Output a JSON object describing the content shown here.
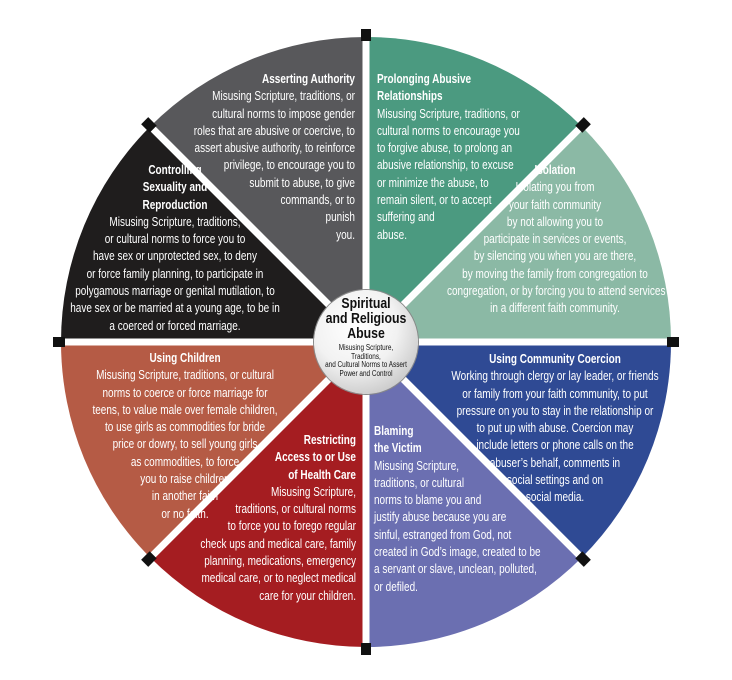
{
  "center": {
    "title_lines": [
      "Spiritual",
      "and Religious",
      "Abuse"
    ],
    "subtitle_lines": [
      "Misusing Scripture, Traditions,",
      "and Cultural Norms to Assert",
      "Power and Control"
    ]
  },
  "sections": [
    {
      "id": "asserting-authority",
      "color": "#58585b",
      "title": [
        "Asserting Authority"
      ],
      "lines": [
        "Misusing Scripture, traditions, or",
        "cultural norms to impose gender",
        "roles that are abusive or coercive, to",
        "assert abusive authority, to reinforce",
        "privilege, to encourage you to",
        "submit to abuse, to give",
        "commands, or to",
        "punish",
        "you."
      ]
    },
    {
      "id": "prolonging-abusive-relationships",
      "color": "#4b9a80",
      "title": [
        "Prolonging Abusive",
        "Relationships"
      ],
      "lines": [
        "Misusing Scripture, traditions, or",
        "cultural norms to encourage you",
        "to forgive abuse, to prolong an",
        "abusive relationship, to excuse",
        "or minimize the abuse, to",
        "remain silent, or to accept",
        "suffering and",
        "abuse."
      ]
    },
    {
      "id": "isolation",
      "color": "#8bb9a5",
      "title": [
        "Isolation"
      ],
      "lines": [
        "Isolating you from",
        "your faith community",
        "by not allowing you to",
        "participate in services or events,",
        "by silencing you when you are there,",
        "by moving the family from congregation to",
        "congregation, or by forcing  you to attend services",
        "in a different faith community."
      ]
    },
    {
      "id": "using-community-coercion",
      "color": "#2f4a94",
      "title": [
        "Using Community Coercion"
      ],
      "lines": [
        "Working through clergy or lay leader, or friends",
        "or family from your faith community, to put",
        "pressure on you to stay in the relationship or",
        "to put up with abuse. Coercion may",
        "include letters or phone calls on the",
        "abuser’s behalf, comments in",
        "social settings and on",
        "social media."
      ]
    },
    {
      "id": "blaming-the-victim",
      "color": "#6b6fb1",
      "title": [
        "Blaming",
        "the Victim"
      ],
      "lines": [
        "Misusing Scripture,",
        "traditions, or cultural",
        "norms to blame you and",
        "justify abuse because you are",
        "sinful, estranged from God, not",
        "created in God’s image, created to be",
        "a servant or slave, unclean, polluted,",
        "or defiled."
      ]
    },
    {
      "id": "restricting-health-care",
      "color": "#a51d21",
      "title": [
        "Restricting",
        "Access to or Use",
        "of Health Care"
      ],
      "lines": [
        "Misusing Scripture,",
        "traditions, or cultural norms",
        "to force you to forego regular",
        "check ups and medical care, family",
        "planning, medications, emergency",
        "medical care, or to neglect medical",
        "care for your children."
      ]
    },
    {
      "id": "using-children",
      "color": "#b55b45",
      "title": [
        "Using Children"
      ],
      "lines": [
        "Misusing Scripture, traditions, or cultural",
        "norms to coerce or force marriage for",
        "teens, to value male over female children,",
        "to use girls as commodities for bride",
        "price or dowry, to sell young girls",
        "as commodities, to force",
        "you to raise children",
        "in another faith",
        "or no faith."
      ]
    },
    {
      "id": "controlling-sexuality-reproduction",
      "color": "#1f1d1d",
      "title": [
        "Controlling",
        "Sexuality and",
        "Reproduction"
      ],
      "lines": [
        "Misusing Scripture, traditions,",
        "or cultural norms to force you to",
        "have sex or unprotected sex, to deny",
        "or force family planning, to participate in",
        "polygamous marriage or genital mutilation, to",
        "have sex or be married at a young age, to be in",
        "a coerced or forced marriage."
      ]
    }
  ]
}
